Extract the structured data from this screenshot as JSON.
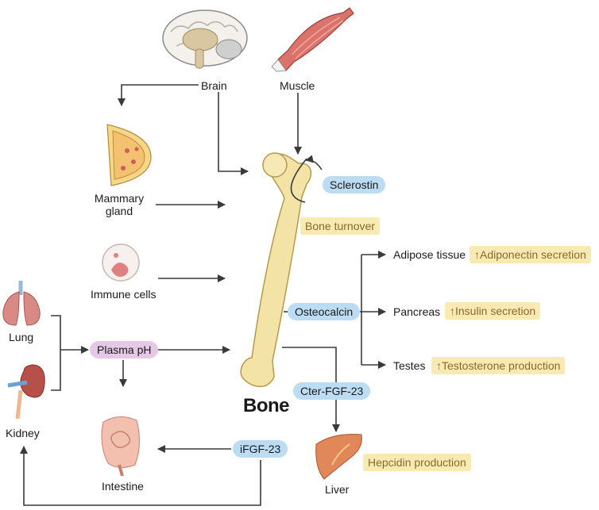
{
  "diagram": {
    "organs": {
      "brain": "Brain",
      "muscle": "Muscle",
      "mammary": "Mammary\ngland",
      "immune": "Immune cells",
      "lung": "Lung",
      "kidney": "Kidney",
      "intestine": "Intestine",
      "liver": "Liver",
      "adipose": "Adipose tissue",
      "pancreas": "Pancreas",
      "testes": "Testes"
    },
    "center_label": "Bone",
    "factors": {
      "sclerostin": "Sclerostin",
      "osteocalcin": "Osteocalcin",
      "plasma_ph": "Plasma pH",
      "cter_fgf23": "Cter-FGF-23",
      "ifgf23": "iFGF-23"
    },
    "effects": {
      "bone_turnover": "Bone turnover",
      "adiponectin": "↑Adiponectin secretion",
      "insulin": "↑Insulin secretion",
      "testosterone": "↑Testosterone production",
      "hepcidin": "Hepcidin production"
    },
    "colors": {
      "arrow": "#3a3a3a",
      "bone": "#f3e3a6",
      "factor_blue": "#bcdcf3",
      "factor_purple": "#e5c8e6",
      "effect_yellow": "#f8eab2",
      "effect_text": "#8a6a2a"
    }
  }
}
